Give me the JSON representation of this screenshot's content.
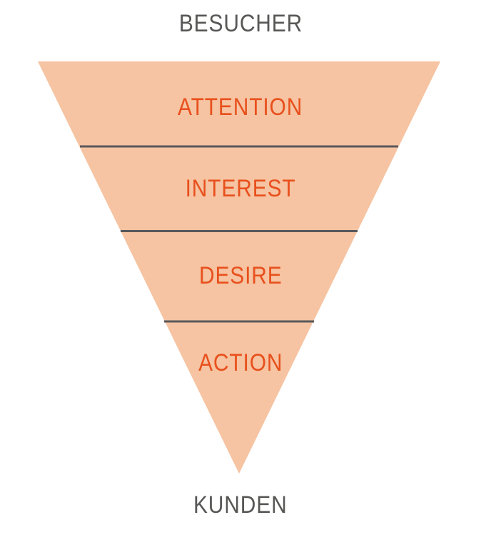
{
  "funnel": {
    "top_label": "BESUCHER",
    "bottom_label": "KUNDEN",
    "stages": [
      {
        "label": "ATTENTION"
      },
      {
        "label": "INTEREST"
      },
      {
        "label": "DESIRE"
      },
      {
        "label": "ACTION"
      }
    ],
    "colors": {
      "fill": "#F6C4A2",
      "label": "#E8501D",
      "divider": "#58585A",
      "title": "#575756"
    }
  }
}
